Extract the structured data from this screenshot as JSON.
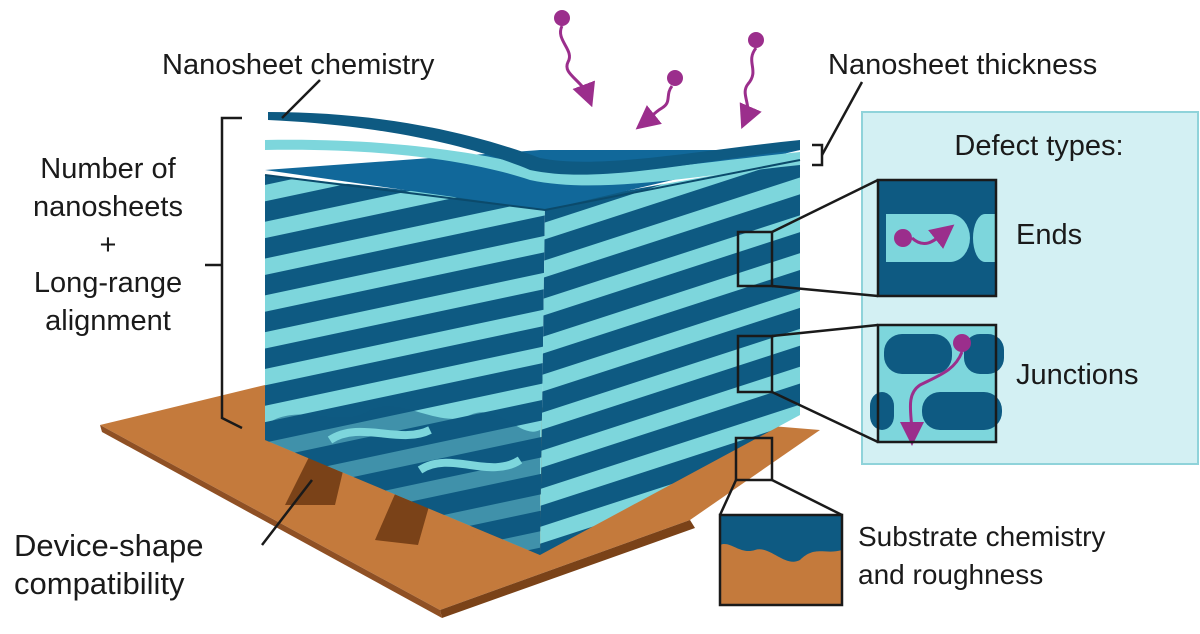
{
  "labels": {
    "nanosheet_chemistry": "Nanosheet chemistry",
    "nanosheet_thickness": "Nanosheet thickness",
    "number_of_nanosheets": [
      "Number of",
      "nanosheets",
      "+",
      "Long-range",
      "alignment"
    ],
    "defect_types": "Defect types:",
    "ends": "Ends",
    "junctions": "Junctions",
    "device_shape": [
      "Device-shape",
      "compatibility"
    ],
    "substrate": [
      "Substrate chemistry",
      "and roughness"
    ]
  },
  "colors": {
    "dark_layer": "#0e5a82",
    "light_layer": "#7dd6dc",
    "top_face": "#11689a",
    "substrate": "#c47a3c",
    "substrate_dark": "#7a4218",
    "panel_bg": "#d3f0f3",
    "panel_border": "#8fd3da",
    "particle": "#9b2e8c"
  }
}
